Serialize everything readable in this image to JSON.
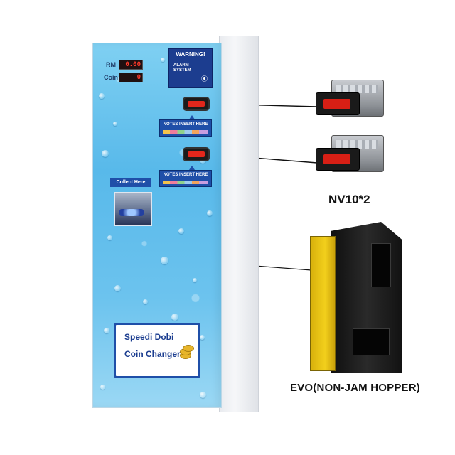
{
  "machine": {
    "display_rm_label": "RM",
    "display_coin_label": "Coin",
    "display_rm_value": "0.00",
    "display_coin_value": "0",
    "warning_title": "WARNING!",
    "warning_alarm_line1": "ALARM",
    "warning_alarm_line2": "SYSTEM",
    "notes_insert_label": "NOTES  INSERT  HERE",
    "collect_label": "Collect Here",
    "brand_line1": "Speedi Dobi",
    "brand_line2": "Coin Changer"
  },
  "components": {
    "nv10_caption": "NV10*2",
    "hopper_caption": "EVO(NON-JAM HOPPER)"
  },
  "colors": {
    "panel_blue": "#1f4fa8",
    "cabinet_blue": "#58b9ea",
    "bezel_red": "#d81f15",
    "hopper_yellow": "#f2cf1c"
  }
}
